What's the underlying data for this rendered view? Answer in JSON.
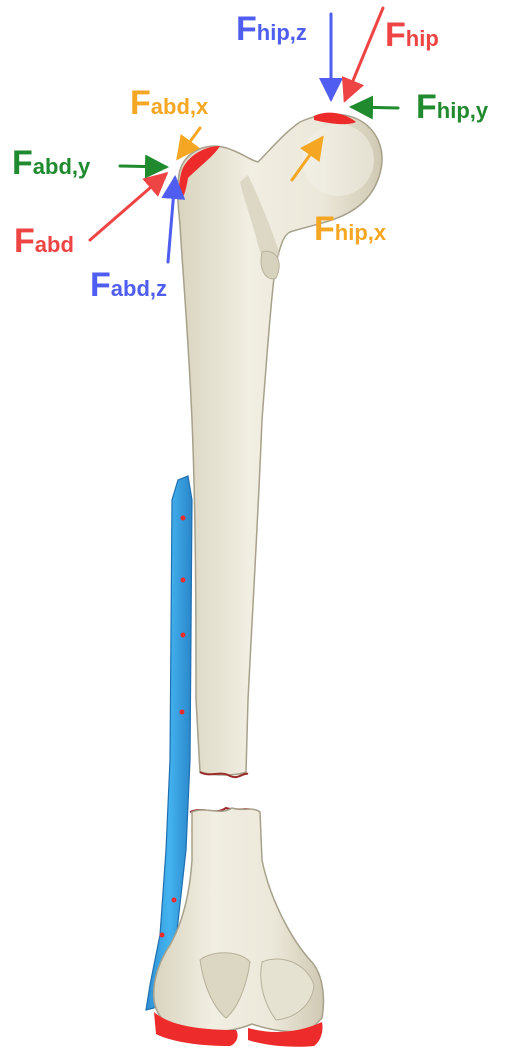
{
  "figure": {
    "colors": {
      "bone_fill": "#eeeadb",
      "bone_shadow": "#c9c4ad",
      "bone_outline": "#a7a18b",
      "plate": "#3aa9ea",
      "plate_dark": "#1f7fc2",
      "contact": "#ee2b2b",
      "red": "#ef4444",
      "blue": "#4f5ef0",
      "green": "#1f8a2e",
      "orange": "#f5a623"
    },
    "labels": {
      "f_hip_z": {
        "main": "F",
        "sub": "hip,z",
        "color": "blue"
      },
      "f_hip": {
        "main": "F",
        "sub": "hip",
        "color": "red"
      },
      "f_hip_y": {
        "main": "F",
        "sub": "hip,y",
        "color": "green"
      },
      "f_hip_x": {
        "main": "F",
        "sub": "hip,x",
        "color": "orange"
      },
      "f_abd_x": {
        "main": "F",
        "sub": "abd,x",
        "color": "orange"
      },
      "f_abd_y": {
        "main": "F",
        "sub": "abd,y",
        "color": "green"
      },
      "f_abd": {
        "main": "F",
        "sub": "abd",
        "color": "red"
      },
      "f_abd_z": {
        "main": "F",
        "sub": "abd,z",
        "color": "blue"
      }
    }
  }
}
